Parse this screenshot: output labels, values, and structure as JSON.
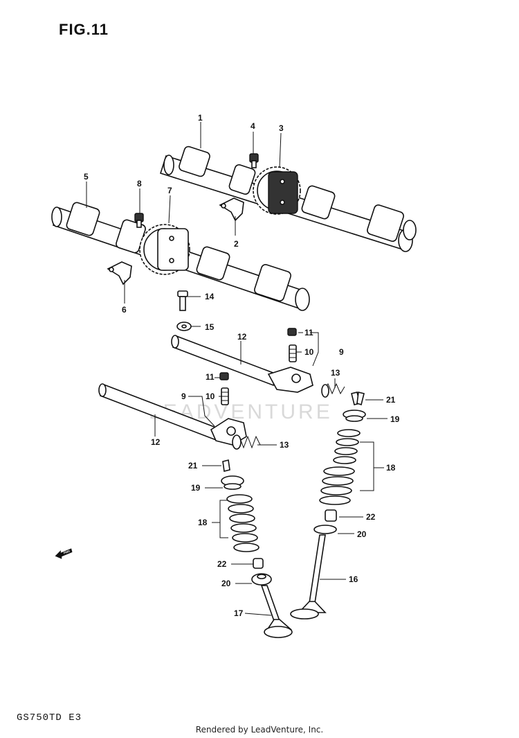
{
  "figure": {
    "title": "FIG.11",
    "model_code": "GS750TD  E3",
    "credit": "Rendered by LeadVenture, Inc.",
    "watermark": "LEADVENTURE",
    "fwd_label": "FWD"
  },
  "callouts": {
    "c1": "1",
    "c2": "2",
    "c3": "3",
    "c4": "4",
    "c5": "5",
    "c6": "6",
    "c7": "7",
    "c8": "8",
    "c9a": "9",
    "c9b": "9",
    "c10a": "10",
    "c10b": "10",
    "c11a": "11",
    "c11b": "11",
    "c12a": "12",
    "c12b": "12",
    "c13a": "13",
    "c13b": "13",
    "c14": "14",
    "c15": "15",
    "c16": "16",
    "c17": "17",
    "c18a": "18",
    "c18b": "18",
    "c19a": "19",
    "c19b": "19",
    "c20a": "20",
    "c20b": "20",
    "c21a": "21",
    "c21b": "21",
    "c22a": "22",
    "c22b": "22"
  }
}
